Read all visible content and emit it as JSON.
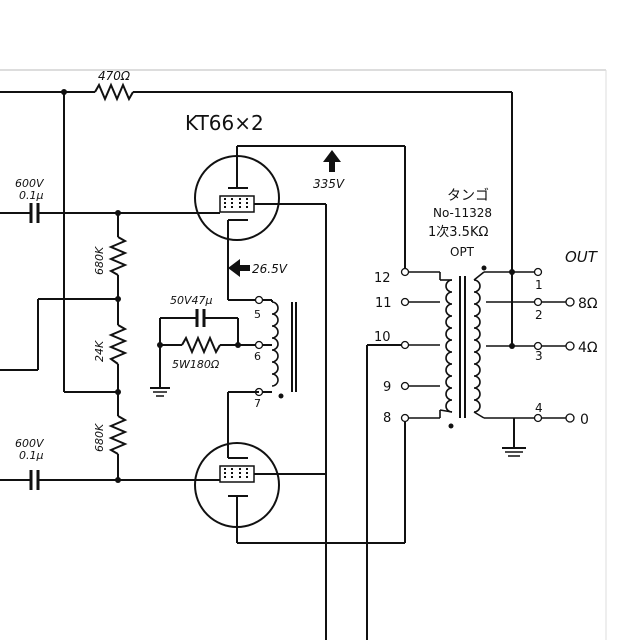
{
  "tube_label": "KT66×2",
  "resistors": {
    "feedback": "470Ω",
    "grid_top": "680K",
    "mid": "24K",
    "grid_bottom": "680K",
    "cathode": "5W180Ω"
  },
  "capacitors": {
    "coupling_top_v": "600V",
    "coupling_top_c": "0.1μ",
    "coupling_bottom_v": "600V",
    "coupling_bottom_c": "0.1μ",
    "bypass": "50V47μ"
  },
  "voltages": {
    "plate": "335V",
    "cathode": "26.5V"
  },
  "transformer": {
    "name": "タンゴ",
    "model": "No-11328",
    "spec": "1次3.5KΩ",
    "type": "OPT"
  },
  "terminals": {
    "t5": "5",
    "t6": "6",
    "t7": "7",
    "t12": "12",
    "t11": "11",
    "t10": "10",
    "t9": "9",
    "t8": "8",
    "s1": "1",
    "s2": "2",
    "s3": "3",
    "s4": "4"
  },
  "output": {
    "title": "OUT",
    "ohm8": "8Ω",
    "ohm4": "4Ω",
    "zero": "0"
  }
}
